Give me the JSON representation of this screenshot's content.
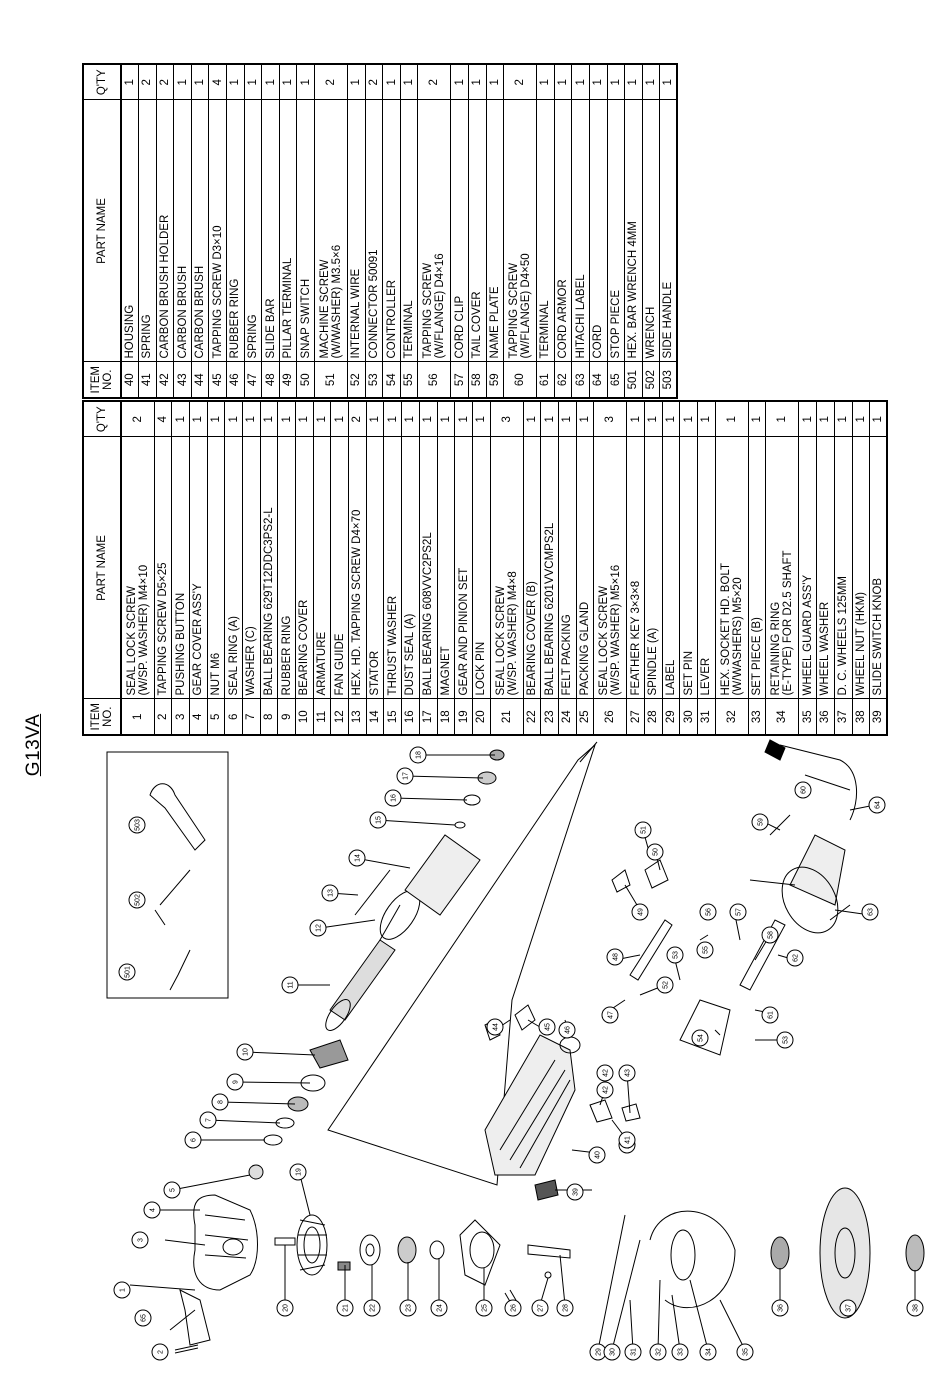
{
  "model": "G13VA",
  "table_headers": {
    "item_no": "ITEM\nNO.",
    "part_name": "PART NAME",
    "qty": "Q'TY"
  },
  "table_left": [
    {
      "no": "1",
      "name": "SEAL LOCK SCREW\n(W/SP. WASHER) M4×10",
      "qty": "2"
    },
    {
      "no": "2",
      "name": "TAPPING SCREW D5×25",
      "qty": "4"
    },
    {
      "no": "3",
      "name": "PUSHING BUTTON",
      "qty": "1"
    },
    {
      "no": "4",
      "name": "GEAR COVER ASS'Y",
      "qty": "1"
    },
    {
      "no": "5",
      "name": "NUT M6",
      "qty": "1"
    },
    {
      "no": "6",
      "name": "SEAL RING (A)",
      "qty": "1"
    },
    {
      "no": "7",
      "name": "WASHER (C)",
      "qty": "1"
    },
    {
      "no": "8",
      "name": "BALL BEARING 629T12DDC3PS2-L",
      "qty": "1"
    },
    {
      "no": "9",
      "name": "RUBBER RING",
      "qty": "1"
    },
    {
      "no": "10",
      "name": "BEARING COVER",
      "qty": "1"
    },
    {
      "no": "11",
      "name": "ARMATURE",
      "qty": "1"
    },
    {
      "no": "12",
      "name": "FAN GUIDE",
      "qty": "1"
    },
    {
      "no": "13",
      "name": "HEX. HD. TAPPING SCREW D4×70",
      "qty": "2"
    },
    {
      "no": "14",
      "name": "STATOR",
      "qty": "1"
    },
    {
      "no": "15",
      "name": "THRUST WASHER",
      "qty": "1"
    },
    {
      "no": "16",
      "name": "DUST SEAL (A)",
      "qty": "1"
    },
    {
      "no": "17",
      "name": "BALL BEARING 608VVC2PS2L",
      "qty": "1"
    },
    {
      "no": "18",
      "name": "MAGNET",
      "qty": "1"
    },
    {
      "no": "19",
      "name": "GEAR AND PINION SET",
      "qty": "1"
    },
    {
      "no": "20",
      "name": "LOCK PIN",
      "qty": "1"
    },
    {
      "no": "21",
      "name": "SEAL LOCK SCREW\n(W/SP. WASHER) M4×8",
      "qty": "3"
    },
    {
      "no": "22",
      "name": "BEARING COVER (B)",
      "qty": "1"
    },
    {
      "no": "23",
      "name": "BALL BEARING 6201VVCMPS2L",
      "qty": "1"
    },
    {
      "no": "24",
      "name": "FELT PACKING",
      "qty": "1"
    },
    {
      "no": "25",
      "name": "PACKING GLAND",
      "qty": "1"
    },
    {
      "no": "26",
      "name": "SEAL LOCK SCREW\n(W/SP. WASHER) M5×16",
      "qty": "3"
    },
    {
      "no": "27",
      "name": "FEATHER KEY 3×3×8",
      "qty": "1"
    },
    {
      "no": "28",
      "name": "SPINDLE (A)",
      "qty": "1"
    },
    {
      "no": "29",
      "name": "LABEL",
      "qty": "1"
    },
    {
      "no": "30",
      "name": "SET PIN",
      "qty": "1"
    },
    {
      "no": "31",
      "name": "LEVER",
      "qty": "1"
    },
    {
      "no": "32",
      "name": "HEX. SOCKET HD. BOLT\n(W/WASHERS) M5×20",
      "qty": "1"
    },
    {
      "no": "33",
      "name": "SET PIECE (B)",
      "qty": "1"
    },
    {
      "no": "34",
      "name": "RETAINING RING\n(E-TYPE) FOR D2.5 SHAFT",
      "qty": "1"
    },
    {
      "no": "35",
      "name": "WHEEL GUARD ASS'Y",
      "qty": "1"
    },
    {
      "no": "36",
      "name": "WHEEL WASHER",
      "qty": "1"
    },
    {
      "no": "37",
      "name": "D. C. WHEELS 125MM",
      "qty": "1"
    },
    {
      "no": "38",
      "name": "WHEEL NUT (HKM)",
      "qty": "1"
    },
    {
      "no": "39",
      "name": "SLIDE SWITCH KNOB",
      "qty": "1"
    }
  ],
  "table_right": [
    {
      "no": "40",
      "name": "HOUSING",
      "qty": "1"
    },
    {
      "no": "41",
      "name": "SPRING",
      "qty": "2"
    },
    {
      "no": "42",
      "name": "CARBON BRUSH HOLDER",
      "qty": "2"
    },
    {
      "no": "43",
      "name": "CARBON BRUSH",
      "qty": "1"
    },
    {
      "no": "44",
      "name": "CARBON BRUSH",
      "qty": "1"
    },
    {
      "no": "45",
      "name": "TAPPING SCREW D3×10",
      "qty": "4"
    },
    {
      "no": "46",
      "name": "RUBBER RING",
      "qty": "1"
    },
    {
      "no": "47",
      "name": "SPRING",
      "qty": "1"
    },
    {
      "no": "48",
      "name": "SLIDE BAR",
      "qty": "1"
    },
    {
      "no": "49",
      "name": "PILLAR TERMINAL",
      "qty": "1"
    },
    {
      "no": "50",
      "name": "SNAP SWITCH",
      "qty": "1"
    },
    {
      "no": "51",
      "name": "MACHINE SCREW\n(W/WASHER) M3.5×6",
      "qty": "2"
    },
    {
      "no": "52",
      "name": "INTERNAL WIRE",
      "qty": "1"
    },
    {
      "no": "53",
      "name": "CONNECTOR 50091",
      "qty": "2"
    },
    {
      "no": "54",
      "name": "CONTROLLER",
      "qty": "1"
    },
    {
      "no": "55",
      "name": "TERMINAL",
      "qty": "1"
    },
    {
      "no": "56",
      "name": "TAPPING SCREW\n(W/FLANGE) D4×16",
      "qty": "2"
    },
    {
      "no": "57",
      "name": "CORD CLIP",
      "qty": "1"
    },
    {
      "no": "58",
      "name": "TAIL COVER",
      "qty": "1"
    },
    {
      "no": "59",
      "name": "NAME PLATE",
      "qty": "1"
    },
    {
      "no": "60",
      "name": "TAPPING SCREW\n(W/FLANGE) D4×50",
      "qty": "2"
    },
    {
      "no": "61",
      "name": "TERMINAL",
      "qty": "1"
    },
    {
      "no": "62",
      "name": "CORD ARMOR",
      "qty": "1"
    },
    {
      "no": "63",
      "name": "HITACHI LABEL",
      "qty": "1"
    },
    {
      "no": "64",
      "name": "CORD",
      "qty": "1"
    },
    {
      "no": "65",
      "name": "STOP PIECE",
      "qty": "1"
    },
    {
      "no": "501",
      "name": "HEX. BAR WRENCH 4MM",
      "qty": "1"
    },
    {
      "no": "502",
      "name": "WRENCH",
      "qty": "1"
    },
    {
      "no": "503",
      "name": "SIDE HANDLE",
      "qty": "1"
    }
  ],
  "callouts": [
    "1",
    "2",
    "3",
    "4",
    "5",
    "6",
    "7",
    "8",
    "9",
    "10",
    "11",
    "12",
    "13",
    "14",
    "15",
    "16",
    "17",
    "18",
    "19",
    "20",
    "21",
    "22",
    "23",
    "24",
    "25",
    "26",
    "27",
    "28",
    "29",
    "30",
    "31",
    "32",
    "33",
    "34",
    "35",
    "36",
    "37",
    "38",
    "39",
    "40",
    "41",
    "42",
    "43",
    "41",
    "42",
    "44",
    "45",
    "46",
    "47",
    "48",
    "49",
    "50",
    "51",
    "52",
    "53",
    "53",
    "54",
    "55",
    "56",
    "57",
    "58",
    "59",
    "60",
    "61",
    "62",
    "63",
    "64",
    "65",
    "501",
    "502",
    "503"
  ]
}
